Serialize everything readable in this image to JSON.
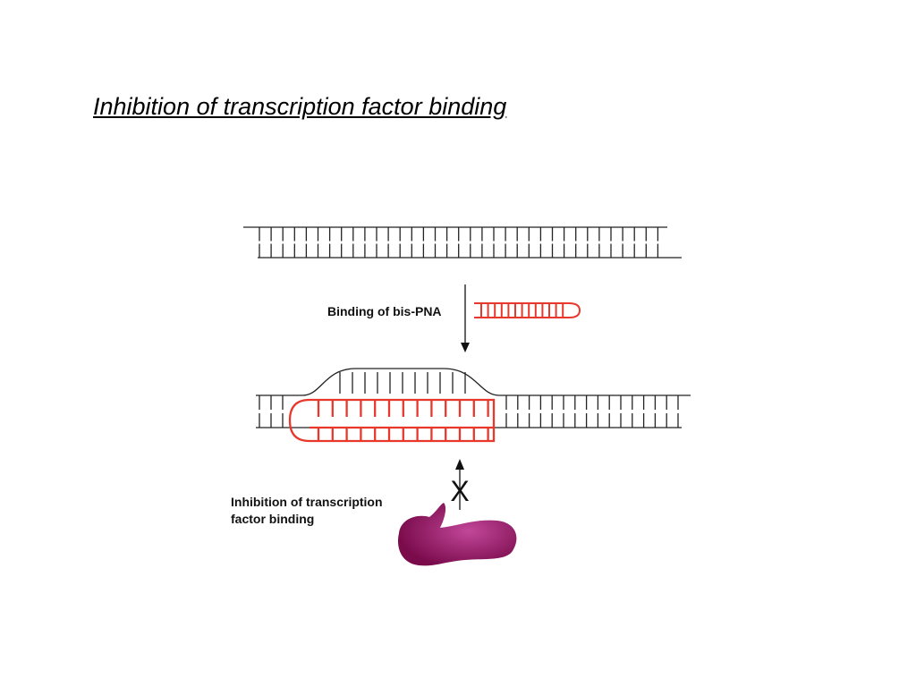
{
  "slide": {
    "title": "Inhibition of transcription factor binding"
  },
  "diagram": {
    "step_label": "Binding of bis-PNA",
    "result_label_line1": "Inhibition of transcription",
    "result_label_line2": "factor binding",
    "block_mark": "X",
    "colors": {
      "dna": "#222222",
      "pna": "#e8382c",
      "protein_dark": "#7a0c4c",
      "protein_light": "#c2479a"
    }
  }
}
